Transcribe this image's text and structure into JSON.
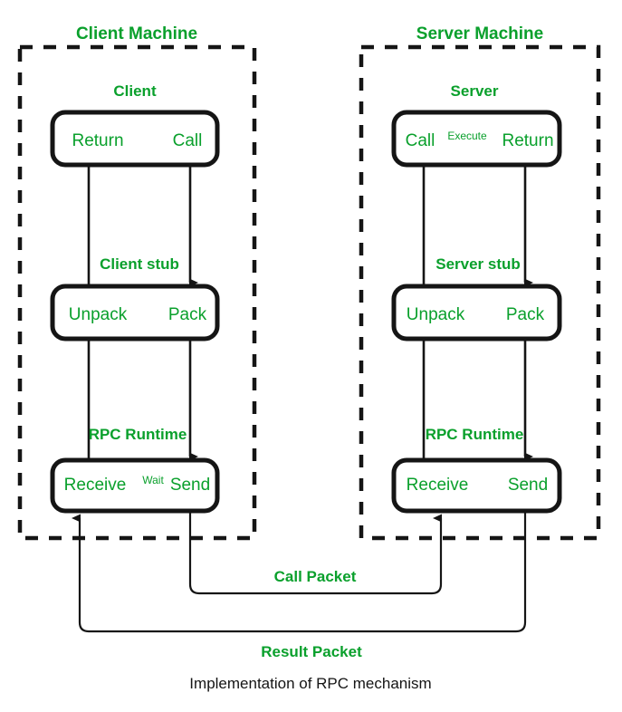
{
  "diagram": {
    "caption": "Implementation of RPC mechanism",
    "colors": {
      "accent_green": "#0aa02c",
      "line_black": "#151515",
      "background": "#ffffff"
    },
    "machines": [
      {
        "id": "client-machine",
        "title": "Client Machine",
        "layers": [
          {
            "id": "client",
            "title": "Client",
            "left_label": "Return",
            "right_label": "Call"
          },
          {
            "id": "client-stub",
            "title": "Client stub",
            "left_label": "Unpack",
            "right_label": "Pack"
          },
          {
            "id": "client-rpc-runtime",
            "title": "RPC Runtime",
            "left_label": "Receive",
            "right_label": "Send",
            "inline_label": "Wait"
          }
        ]
      },
      {
        "id": "server-machine",
        "title": "Server Machine",
        "layers": [
          {
            "id": "server",
            "title": "Server",
            "left_label": "Call",
            "right_label": "Return",
            "inline_label": "Execute"
          },
          {
            "id": "server-stub",
            "title": "Server stub",
            "left_label": "Unpack",
            "right_label": "Pack"
          },
          {
            "id": "server-rpc-runtime",
            "title": "RPC Runtime",
            "left_label": "Receive",
            "right_label": "Send"
          }
        ]
      }
    ],
    "packets": [
      {
        "id": "call-packet",
        "label": "Call Packet"
      },
      {
        "id": "result-packet",
        "label": "Result Packet"
      }
    ]
  }
}
